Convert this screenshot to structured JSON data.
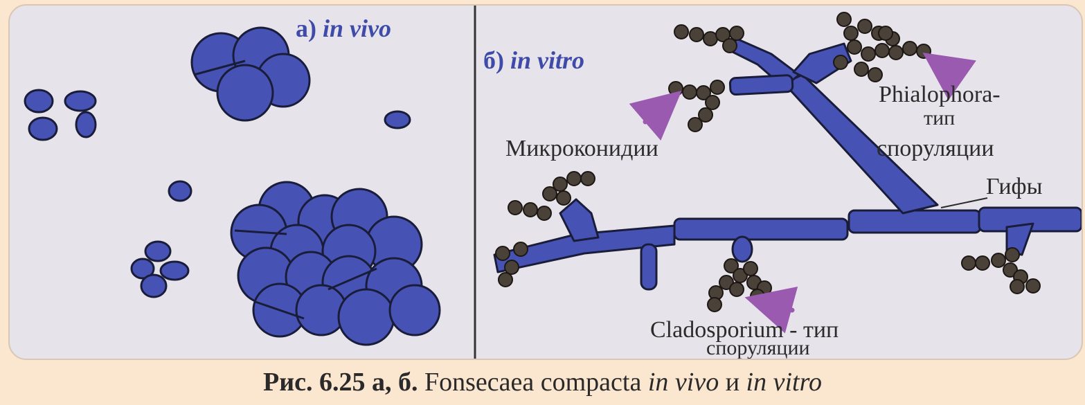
{
  "panel_a": {
    "prefix": "а)",
    "label": "in vivo"
  },
  "panel_b": {
    "prefix": "б)",
    "label": "in vitro"
  },
  "annotations": {
    "microconidia": "Микроконидии",
    "phialophora_line1": "Phialophora-",
    "phialophora_line2": "тип",
    "phialophora_line3": "споруляции",
    "hyphae": "Гифы",
    "cladosporium_line1": "Cladosporium - тип",
    "cladosporium_line2": "споруляции"
  },
  "caption": {
    "figure_ref": "Рис. 6.25 а, б.",
    "species": "Fonsecaea compacta",
    "in_vivo": "in vivo",
    "conj": "и",
    "in_vitro": "in vitro"
  },
  "colors": {
    "cell_fill": "#4653b5",
    "conidia_fill": "#4a4238",
    "arrow": "#9a5ab0",
    "background": "#e6e3ea",
    "caption_bg": "#fbe6cf"
  }
}
